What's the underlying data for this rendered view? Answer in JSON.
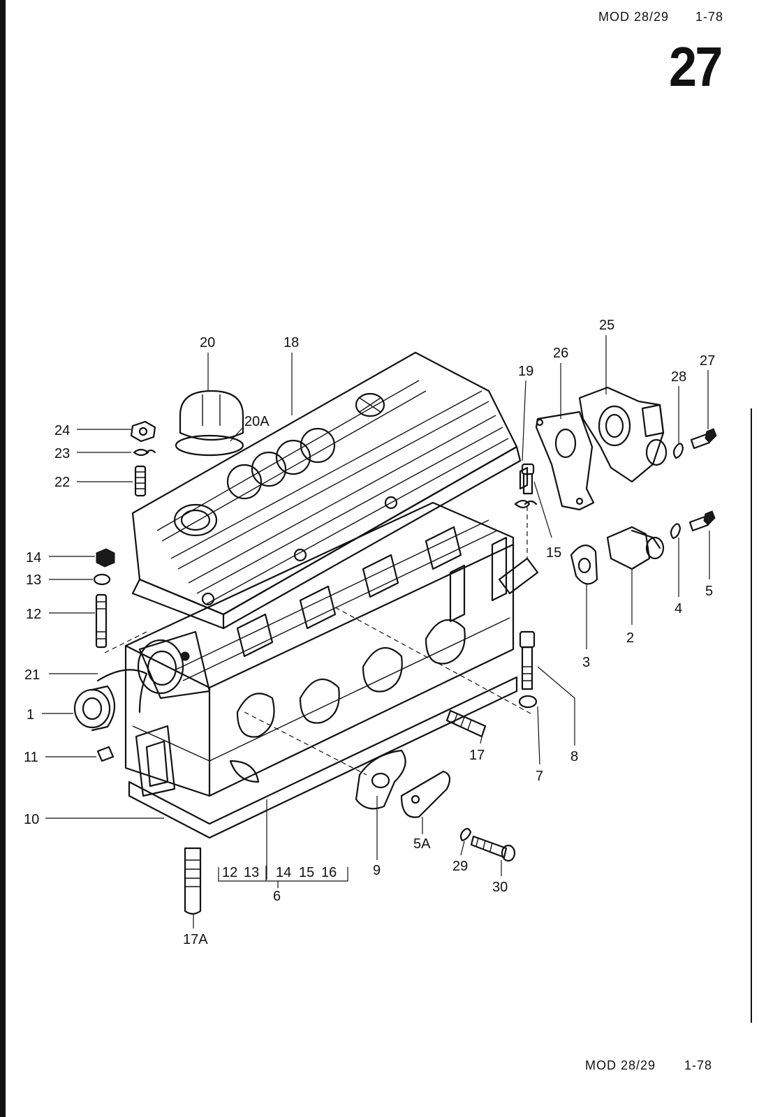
{
  "header": {
    "model": "MOD 28/29",
    "date": "1-78"
  },
  "page_number": "27",
  "footer": {
    "model": "MOD 28/29",
    "date": "1-78"
  },
  "callouts": {
    "c1": "1",
    "c2": "2",
    "c3": "3",
    "c4": "4",
    "c5": "5",
    "c5A": "5A",
    "c6": "6",
    "c7": "7",
    "c8": "8",
    "c9": "9",
    "c10": "10",
    "c11": "11",
    "c12": "12",
    "c13": "13",
    "c14": "14",
    "c15": "15",
    "c17": "17",
    "c17A": "17A",
    "c18": "18",
    "c19": "19",
    "c20": "20",
    "c20A": "20A",
    "c21": "21",
    "c22": "22",
    "c23": "23",
    "c24": "24",
    "c25": "25",
    "c26": "26",
    "c27": "27",
    "c28": "28",
    "c29": "29",
    "c30": "30"
  },
  "group6_items": [
    "12",
    "13",
    "14",
    "15",
    "16"
  ]
}
